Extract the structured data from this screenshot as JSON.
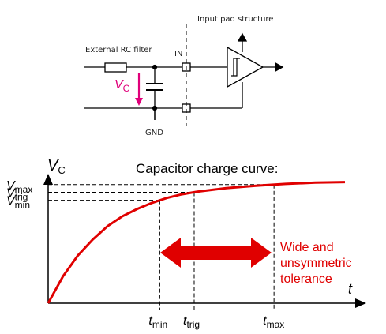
{
  "circuit": {
    "filter_label": "External RC filter",
    "pad_label": "Input pad structure",
    "in_label": "IN",
    "gnd_label": "GND",
    "vc_symbol": "V",
    "vc_sub": "C",
    "vc_color": "#e0007a"
  },
  "chart": {
    "title": "Capacitor charge curve:",
    "y_axis_symbol": "V",
    "y_axis_sub": "C",
    "x_axis_symbol": "t",
    "annotation_lines": [
      "Wide and",
      "unsymmetric",
      "tolerance"
    ],
    "curve_color": "#e00000",
    "arrow_color": "#e00000"
  },
  "chart_data": {
    "type": "line",
    "title": "Capacitor charge curve:",
    "xlabel": "t",
    "ylabel": "VC",
    "y_ticks": [
      {
        "sym": "V",
        "sub": "max"
      },
      {
        "sym": "V",
        "sub": "trig"
      },
      {
        "sym": "V",
        "sub": "min"
      }
    ],
    "x_ticks": [
      {
        "sym": "t",
        "sub": "min"
      },
      {
        "sym": "t",
        "sub": "trig"
      },
      {
        "sym": "t",
        "sub": "max"
      }
    ],
    "series": [
      {
        "x": [
          0,
          0.05,
          0.1,
          0.15,
          0.2,
          0.25,
          0.3,
          0.35,
          0.4,
          0.45,
          0.5,
          0.6,
          0.7,
          0.8,
          0.9,
          1.0
        ],
        "y": [
          0,
          0.22,
          0.39,
          0.52,
          0.63,
          0.71,
          0.77,
          0.82,
          0.86,
          0.89,
          0.91,
          0.94,
          0.96,
          0.975,
          0.985,
          0.99
        ]
      }
    ]
  }
}
